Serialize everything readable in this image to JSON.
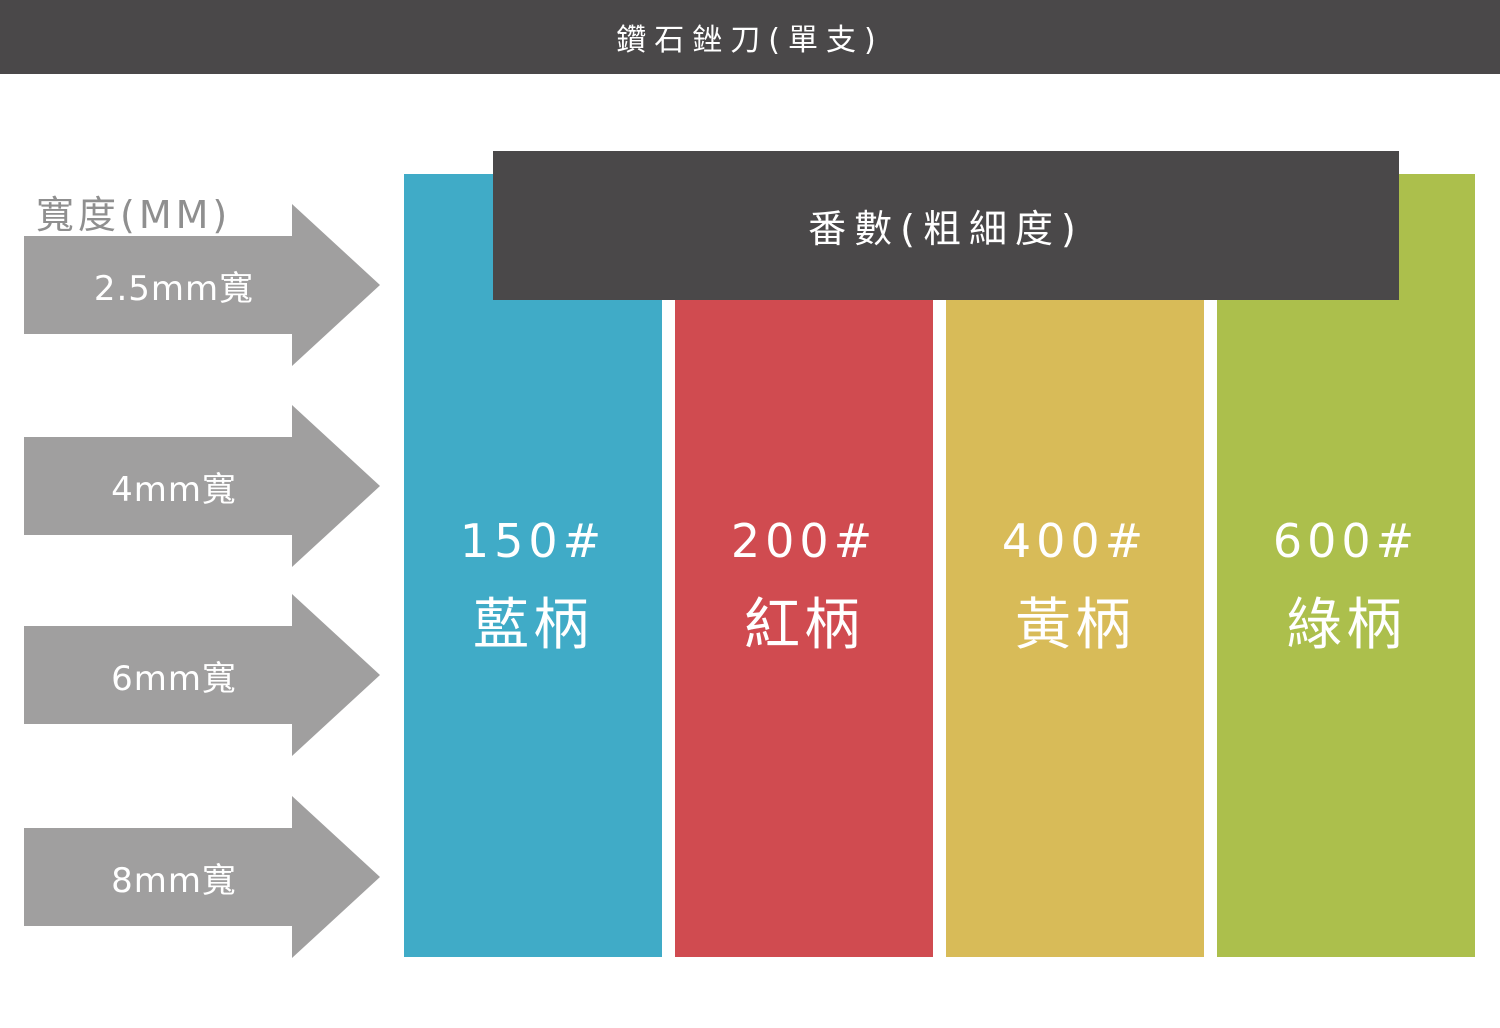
{
  "title": "鑽石銼刀(單支)",
  "width_label": "寬度(MM)",
  "grit_header": "番數(粗細度)",
  "widths": [
    {
      "label": "2.5mm寬"
    },
    {
      "label": "4mm寬"
    },
    {
      "label": "6mm寬"
    },
    {
      "label": "8mm寬"
    }
  ],
  "grits": [
    {
      "grit": "150#",
      "handle": "藍柄",
      "color": "#40abc7"
    },
    {
      "grit": "200#",
      "handle": "紅柄",
      "color": "#d04b50"
    },
    {
      "grit": "400#",
      "handle": "黃柄",
      "color": "#d8bb58"
    },
    {
      "grit": "600#",
      "handle": "綠柄",
      "color": "#acbf4c"
    }
  ],
  "colors": {
    "dark_bar": "#4a4849",
    "arrow": "#a09f9f",
    "width_label": "#8f8f8f"
  }
}
